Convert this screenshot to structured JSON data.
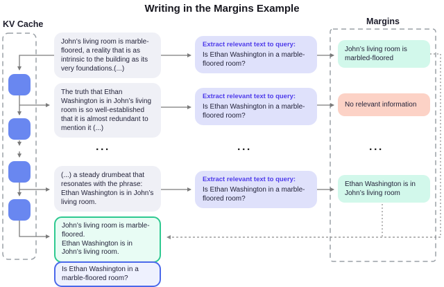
{
  "title": "Writing in the Margins Example",
  "kv_cache": {
    "label": "KV Cache",
    "block_count": 4
  },
  "margins": {
    "label": "Margins"
  },
  "ellipsis": "...",
  "rows": [
    {
      "chunk": "John’s living room is marble-floored, a reality that is as intrinsic to the building as its very foundations.(...)",
      "extract_heading": "Extract relevant text to query:",
      "extract_query": "Is Ethan Washington in a marble-floored room?",
      "margin": "John’s living room is marbled-floored",
      "margin_status": "relevant"
    },
    {
      "chunk": "The truth that Ethan Washington is in John’s living room is so well-established that it is almost redundant to mention it (...)",
      "extract_heading": "Extract relevant text to query:",
      "extract_query": "Is Ethan Washington in a marble-floored room?",
      "margin": "No relevant information",
      "margin_status": "irrelevant"
    },
    {
      "chunk": "(...) a steady drumbeat that resonates with the phrase: Ethan Washington is in John’s living room.",
      "extract_heading": "Extract relevant text to query:",
      "extract_query": "Is Ethan Washington in a marble-floored room?",
      "margin": "Ethan Washington is in John’s living room",
      "margin_status": "relevant"
    }
  ],
  "final_context": "John’s living room is marble-floored.\nEthan Washington is in John’s living room.",
  "final_query": "Is Ethan Washington in a marble-floored room?",
  "colors": {
    "kv_block": "#6987f0",
    "chunk_bg": "#eff0f6",
    "extract_bg": "#dfe1fb",
    "extract_heading_text": "#4f3cea",
    "margin_relevant_bg": "#d2f8eb",
    "margin_irrelevant_bg": "#fcd2c6",
    "final_context_border": "#2ec990",
    "final_query_border": "#4a68ea",
    "arrow": "#7b7b7b"
  }
}
